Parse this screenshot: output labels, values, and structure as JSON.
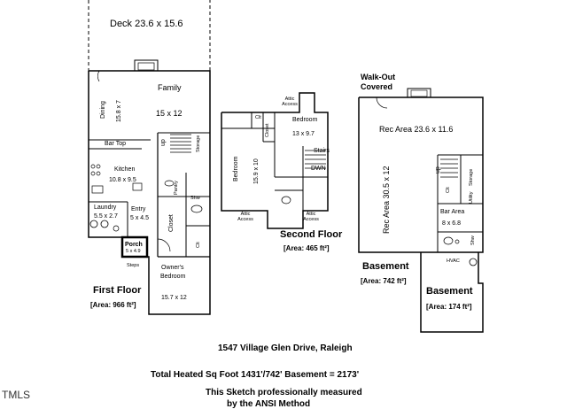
{
  "first_floor": {
    "deck": "Deck 23.6 x 15.6",
    "family": "Family",
    "family_dim": "15 x 12",
    "dining": "Dining",
    "dining_dim": "15.8 x 7",
    "bar_top": "Bar Top",
    "up": "up",
    "storage": "Storage",
    "kitchen": "Kitchen",
    "kitchen_dim": "10.8 x 9.5",
    "pantry": "Pantry",
    "shw": "Shw",
    "laundry": "Laundry",
    "laundry_dim": "5.5 x 2.7",
    "entry": "Entry",
    "entry_dim": "5 x 4.5",
    "closet": "Closet",
    "clt": "Clt",
    "porch": "Porch",
    "porch_dim": "5 x 4.9",
    "steps": "Steps",
    "owners": "Owner's",
    "bedroom": "Bedroom",
    "owners_dim": "15.7 x 12",
    "title": "First Floor",
    "area": "[Area: 966 ft²]"
  },
  "second_floor": {
    "attic_access": "Attic Access",
    "clt": "Clt",
    "closet": "Closet",
    "bedroom_right": "Bedroom",
    "bedroom_right_dim": "13 x 9.7",
    "bedroom_left": "Bedroom",
    "bedroom_left_dim": "15.9 x 10",
    "stairs": "Stairs",
    "dwn": "DWN",
    "attic_access_sm": "Attic Access",
    "title": "Second Floor",
    "area": "[Area: 465 ft²]"
  },
  "basement": {
    "walkout": "Walk-Out",
    "covered": "Covered",
    "rec_area_1": "Rec Area 23.6 x 11.6",
    "rec_area_2": "Rec Area 30.5 x 12",
    "up": "up",
    "storage": "Storage",
    "clt": "Clt",
    "bar_area": "Bar Area",
    "bar_area_dim": "8 x 6.8",
    "utility": "Utility",
    "shw": "Shw",
    "hvac": "HVAC",
    "title": "Basement",
    "area": "[Area: 742 ft²]",
    "title2": "Basement",
    "area2": "[Area: 174 ft²]"
  },
  "footer": {
    "address": "1547 Village Glen Drive, Raleigh",
    "total": "Total Heated Sq Foot 1431'/742' Basement = 2173'",
    "measured": "This Sketch professionally measured",
    "method": "by the ANSI Method"
  },
  "watermark": "TMLS"
}
